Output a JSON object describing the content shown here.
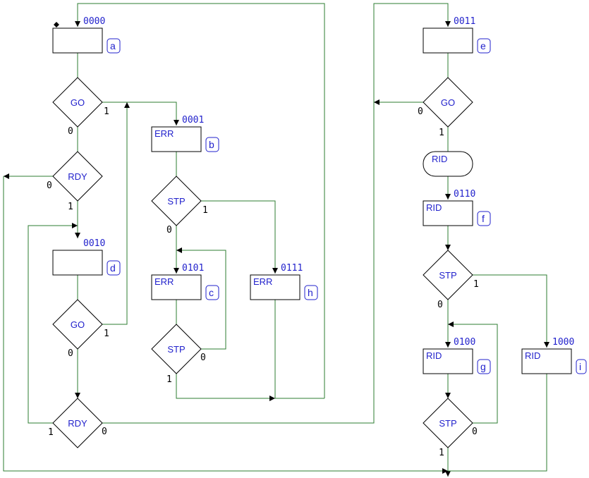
{
  "states": {
    "a": {
      "code": "0000",
      "tag": "a",
      "out": ""
    },
    "b": {
      "code": "0001",
      "tag": "b",
      "out": "ERR"
    },
    "c": {
      "code": "0101",
      "tag": "c",
      "out": "ERR"
    },
    "d": {
      "code": "0010",
      "tag": "d",
      "out": ""
    },
    "e": {
      "code": "0011",
      "tag": "e",
      "out": ""
    },
    "f": {
      "code": "0110",
      "tag": "f",
      "out": "RID"
    },
    "g": {
      "code": "0100",
      "tag": "g",
      "out": "RID"
    },
    "h": {
      "code": "0111",
      "tag": "h",
      "out": "ERR"
    },
    "i": {
      "code": "1000",
      "tag": "i",
      "out": "RID"
    }
  },
  "decisions": {
    "go1": {
      "text": "GO",
      "t": "1",
      "f": "0"
    },
    "rdy1": {
      "text": "RDY",
      "t": "1",
      "f": "0"
    },
    "go2": {
      "text": "GO",
      "t": "1",
      "f": "0"
    },
    "rdy2": {
      "text": "RDY",
      "t": "1",
      "f": "0"
    },
    "stp1": {
      "text": "STP",
      "t": "1",
      "f": "0"
    },
    "stp2": {
      "text": "STP",
      "t": "1",
      "f": "0"
    },
    "go3": {
      "text": "GO",
      "t": "1",
      "f": "0"
    },
    "stp3": {
      "text": "STP",
      "t": "1",
      "f": "0"
    },
    "stp4": {
      "text": "STP",
      "t": "1",
      "f": "0"
    }
  },
  "mealy": {
    "rid": "RID"
  },
  "colors": {
    "wire": "#2e7d32",
    "text": "#2222cc"
  }
}
